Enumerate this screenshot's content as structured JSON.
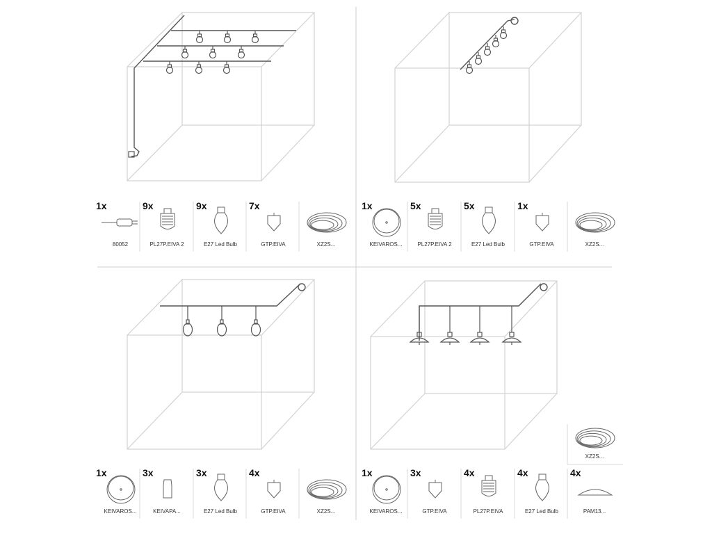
{
  "quadrants": [
    {
      "id": "q1",
      "parts": [
        {
          "qty": "1x",
          "label": "80052",
          "icon": "plug-icon"
        },
        {
          "qty": "9x",
          "label": "PL27P.EIVA 2",
          "icon": "lampholder-icon"
        },
        {
          "qty": "9x",
          "label": "E27 Led Bulb",
          "icon": "bulb-icon"
        },
        {
          "qty": "7x",
          "label": "GTP.EIVA",
          "icon": "cable-clip-icon"
        },
        {
          "qty": "",
          "label": "XZ2S...",
          "icon": "cable-coil-icon"
        }
      ]
    },
    {
      "id": "q2",
      "parts": [
        {
          "qty": "1x",
          "label": "KEIVAROS...",
          "icon": "ceiling-rose-icon"
        },
        {
          "qty": "5x",
          "label": "PL27P.EIVA 2",
          "icon": "lampholder-icon"
        },
        {
          "qty": "5x",
          "label": "E27 Led Bulb",
          "icon": "bulb-icon"
        },
        {
          "qty": "1x",
          "label": "GTP.EIVA",
          "icon": "cable-clip-icon"
        },
        {
          "qty": "",
          "label": "XZ2S...",
          "icon": "cable-coil-icon"
        }
      ]
    },
    {
      "id": "q3",
      "parts": [
        {
          "qty": "1x",
          "label": "KEIVAROS...",
          "icon": "ceiling-rose-icon"
        },
        {
          "qty": "3x",
          "label": "KEIVAPA...",
          "icon": "cord-grip-icon"
        },
        {
          "qty": "3x",
          "label": "E27 Led Bulb",
          "icon": "bulb-icon"
        },
        {
          "qty": "4x",
          "label": "GTP.EIVA",
          "icon": "cable-clip-icon"
        },
        {
          "qty": "",
          "label": "XZ2S...",
          "icon": "cable-coil-icon"
        }
      ]
    },
    {
      "id": "q4",
      "parts": [
        {
          "qty": "1x",
          "label": "KEIVAROS...",
          "icon": "ceiling-rose-icon"
        },
        {
          "qty": "3x",
          "label": "GTP.EIVA",
          "icon": "cable-clip-icon"
        },
        {
          "qty": "4x",
          "label": "PL27P.EIVA",
          "icon": "lampholder-icon"
        },
        {
          "qty": "4x",
          "label": "E27 Led Bulb",
          "icon": "bulb-icon"
        },
        {
          "qty": "4x",
          "label": "PAM13...",
          "icon": "lamp-shade-icon"
        },
        {
          "qty": "",
          "label": "XZ2S...",
          "icon": "cable-coil-icon"
        }
      ]
    }
  ],
  "colors": {
    "box_line": "#d2d2d2",
    "cable": "#555555",
    "divider": "#cfcfcf",
    "part": "#666666"
  }
}
